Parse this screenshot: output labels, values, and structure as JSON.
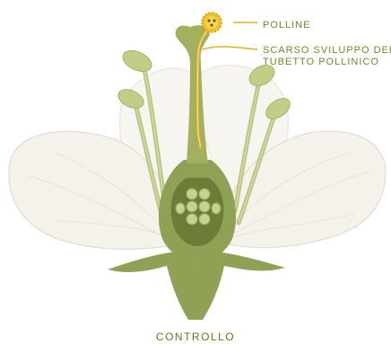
{
  "labels": {
    "pollen": "POLLINE",
    "tube_line1": "SCARSO SVILUPPO DEL",
    "tube_line2": "TUBETTO POLLINICO"
  },
  "caption": "CONTROLLO",
  "colors": {
    "label_text": "#6f8a2c",
    "pistil": "#a3b05e",
    "stamen": "#b8c47e",
    "petal": "#f5f3ec",
    "pollen_tube": "#e6b020",
    "pollen_grain": "#f0c21c",
    "ovules": "#c5d392"
  }
}
